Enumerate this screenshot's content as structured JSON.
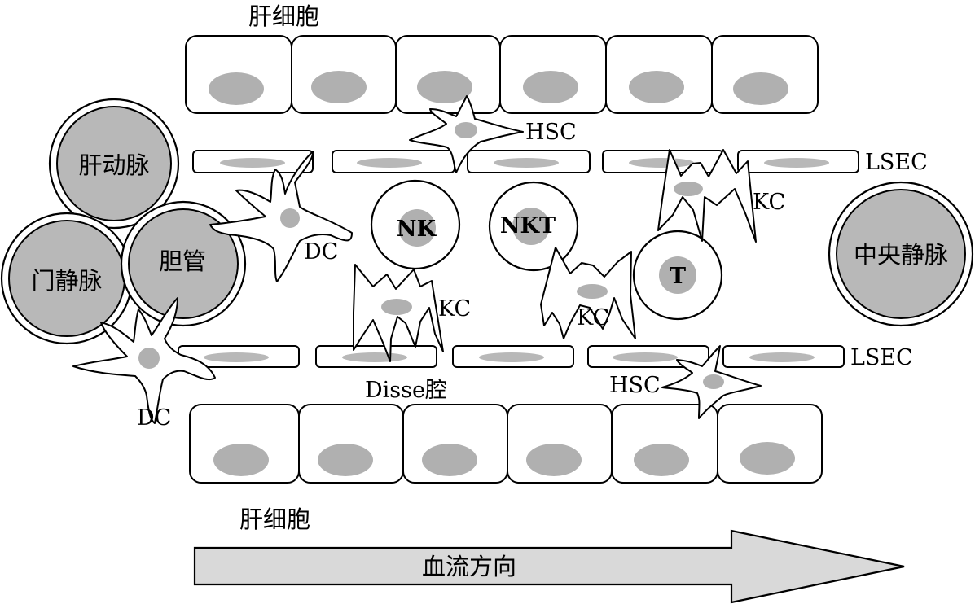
{
  "labels": {
    "hepatocyte_top": "肝细胞",
    "hepatocyte_bottom": "肝细胞",
    "hepatic_artery": "肝动脉",
    "portal_vein": "门静脉",
    "bile_duct": "胆管",
    "central_vein": "中央静脉",
    "hsc_top": "HSC",
    "hsc_bottom": "HSC",
    "lsec_top": "LSEC",
    "lsec_bottom": "LSEC",
    "kc_top_right": "KC",
    "kc_mid_left": "KC",
    "kc_mid_right": "KC",
    "dc_upper": "DC",
    "dc_lower": "DC",
    "nk": "NK",
    "nkt": "NKT",
    "t_cell": "T",
    "disse_space": "Disse腔",
    "flow_direction": "血流方向"
  }
}
